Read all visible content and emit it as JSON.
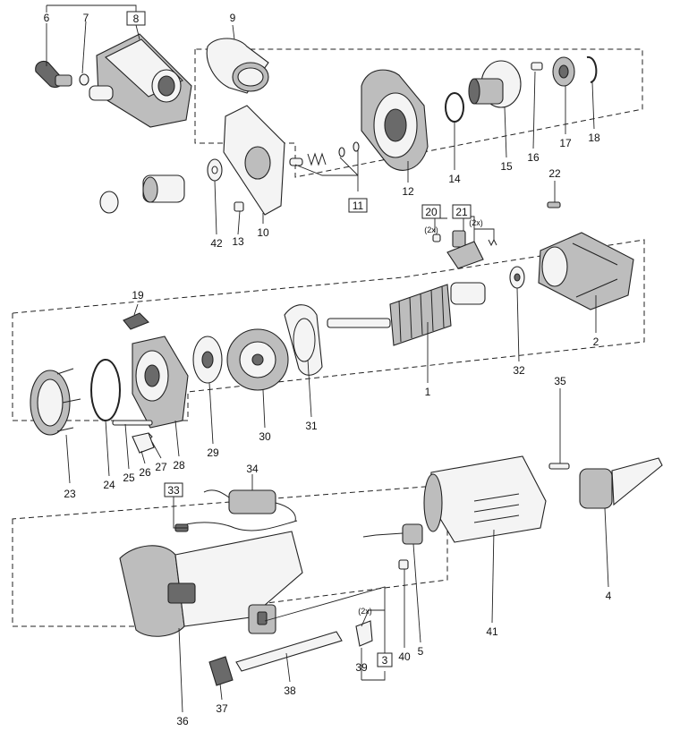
{
  "diagram": {
    "callouts": [
      {
        "id": "c6",
        "label": "6"
      },
      {
        "id": "c7",
        "label": "7"
      },
      {
        "id": "c8",
        "label": "8",
        "boxed": true
      },
      {
        "id": "c9",
        "label": "9"
      },
      {
        "id": "c10",
        "label": "10"
      },
      {
        "id": "c11",
        "label": "11",
        "boxed": true
      },
      {
        "id": "c12",
        "label": "12"
      },
      {
        "id": "c13",
        "label": "13"
      },
      {
        "id": "c14",
        "label": "14"
      },
      {
        "id": "c15",
        "label": "15"
      },
      {
        "id": "c16",
        "label": "16"
      },
      {
        "id": "c17",
        "label": "17"
      },
      {
        "id": "c18",
        "label": "18"
      },
      {
        "id": "c42",
        "label": "42"
      },
      {
        "id": "c22",
        "label": "22"
      },
      {
        "id": "c20",
        "label": "20",
        "boxed": true
      },
      {
        "id": "c21",
        "label": "21",
        "boxed": true
      },
      {
        "id": "c2",
        "label": "2"
      },
      {
        "id": "c19",
        "label": "19"
      },
      {
        "id": "c1",
        "label": "1"
      },
      {
        "id": "c32",
        "label": "32"
      },
      {
        "id": "c30",
        "label": "30"
      },
      {
        "id": "c31",
        "label": "31"
      },
      {
        "id": "c29",
        "label": "29"
      },
      {
        "id": "c28",
        "label": "28"
      },
      {
        "id": "c27",
        "label": "27"
      },
      {
        "id": "c26",
        "label": "26"
      },
      {
        "id": "c25",
        "label": "25"
      },
      {
        "id": "c24",
        "label": "24"
      },
      {
        "id": "c23",
        "label": "23"
      },
      {
        "id": "c35",
        "label": "35"
      },
      {
        "id": "c34",
        "label": "34"
      },
      {
        "id": "c33",
        "label": "33",
        "boxed": true
      },
      {
        "id": "c4",
        "label": "4"
      },
      {
        "id": "c41",
        "label": "41"
      },
      {
        "id": "c5",
        "label": "5"
      },
      {
        "id": "c40",
        "label": "40"
      },
      {
        "id": "c3",
        "label": "3",
        "boxed": true
      },
      {
        "id": "c39",
        "label": "39"
      },
      {
        "id": "c38",
        "label": "38"
      },
      {
        "id": "c37",
        "label": "37"
      },
      {
        "id": "c36",
        "label": "36"
      }
    ],
    "notes": [
      {
        "id": "n20",
        "text": "(2x)"
      },
      {
        "id": "n21",
        "text": "(2x)"
      },
      {
        "id": "n3",
        "text": "(2x)"
      }
    ]
  }
}
